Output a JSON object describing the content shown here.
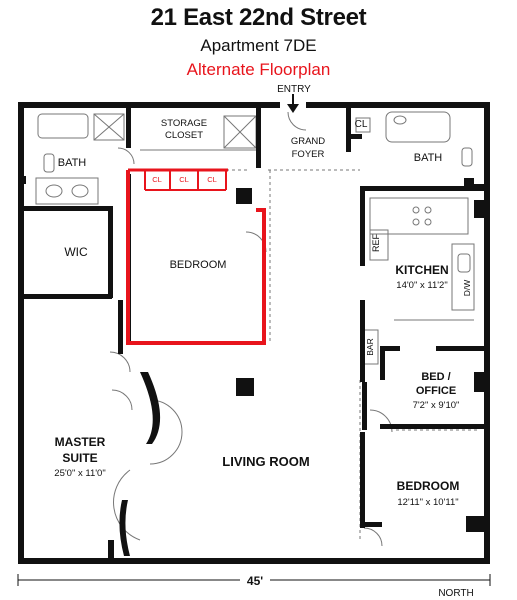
{
  "header": {
    "address": "21 East 22nd Street",
    "apartment": "Apartment 7DE",
    "variant": "Alternate Floorplan"
  },
  "rooms": {
    "entry": "ENTRY",
    "storage_l1": "STORAGE",
    "storage_l2": "CLOSET",
    "foyer_l1": "GRAND",
    "foyer_l2": "FOYER",
    "foyer_closet": "CL",
    "bath_left": "BATH",
    "bath_right": "BATH",
    "wic": "WIC",
    "bedroom_center": "BEDROOM",
    "closet_1": "CL",
    "closet_2": "CL",
    "closet_3": "CL",
    "kitchen": "KITCHEN",
    "kitchen_dim": "14'0\" x 11'2\"",
    "ref": "REF",
    "dw": "D/W",
    "bar": "BAR",
    "office_l1": "BED /",
    "office_l2": "OFFICE",
    "office_dim": "7'2\" x 9'10\"",
    "master_l1": "MASTER",
    "master_l2": "SUITE",
    "master_dim": "25'0\" x 11'0\"",
    "living": "LIVING ROOM",
    "bedroom_right": "BEDROOM",
    "bedroom_right_dim": "12'11\" x 10'11\""
  },
  "footer": {
    "width_dim": "45'",
    "compass": "NORTH"
  },
  "colors": {
    "wall": "#111111",
    "highlight": "#e8141c",
    "thin": "#777777"
  }
}
